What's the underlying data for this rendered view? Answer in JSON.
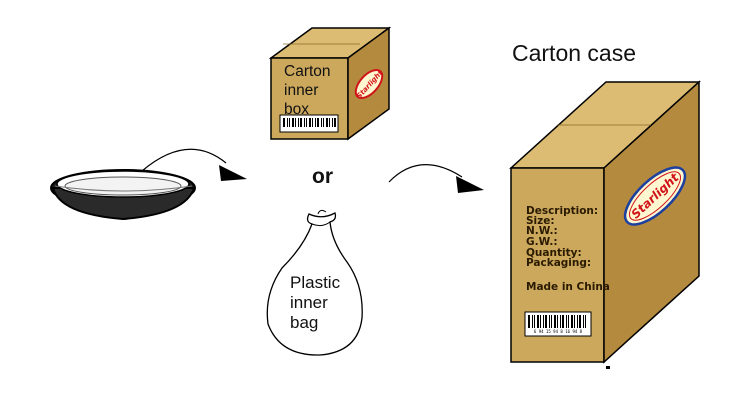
{
  "labels": {
    "carton_case": "Carton case",
    "carton_inner_box": [
      "Carton",
      "inner",
      "box"
    ],
    "or": "or",
    "plastic_inner_bag": [
      "Plastic",
      "inner",
      "bag"
    ]
  },
  "carton_case_fields": {
    "description": "Description:",
    "size": "Size:",
    "nw": "N.W.:",
    "gw": "G.W.:",
    "quantity": "Quantity:",
    "packaging": "Packaging:",
    "made_in": "Made in China"
  },
  "brand": "Starlight",
  "barcode_digits": "6 94 15 94 8 16 94 8",
  "colors": {
    "cardboard_front": "#cca85d",
    "cardboard_side": "#b48a3e",
    "cardboard_top": "#dcbc72",
    "brand_red": "#d1141a",
    "brand_blue": "#1c3fa0",
    "tray_dark": "#1d1d1d"
  }
}
